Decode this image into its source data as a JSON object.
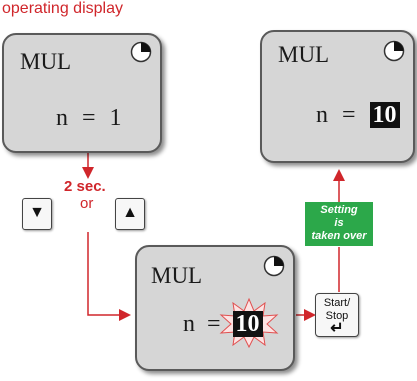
{
  "title": "operating display",
  "panels": [
    {
      "name": "MUL",
      "label": "n",
      "op": "=",
      "value": "1"
    },
    {
      "name": "MUL",
      "label": "n",
      "op": "=",
      "value": "10"
    },
    {
      "name": "MUL",
      "label": "n",
      "op": "=",
      "value": "10"
    }
  ],
  "timing": {
    "duration": "2 sec.",
    "or": "or"
  },
  "keys": {
    "down": "▼",
    "up": "▲"
  },
  "start_stop": {
    "line1": "Start/",
    "line2": "Stop",
    "enter_glyph": "↵"
  },
  "setting_note": {
    "line1": "Setting",
    "line2": "is",
    "line3": "taken over"
  },
  "colors": {
    "accent_red": "#d0262b",
    "confirm_green": "#2ca84a",
    "panel_grey": "#d6d6d6"
  }
}
